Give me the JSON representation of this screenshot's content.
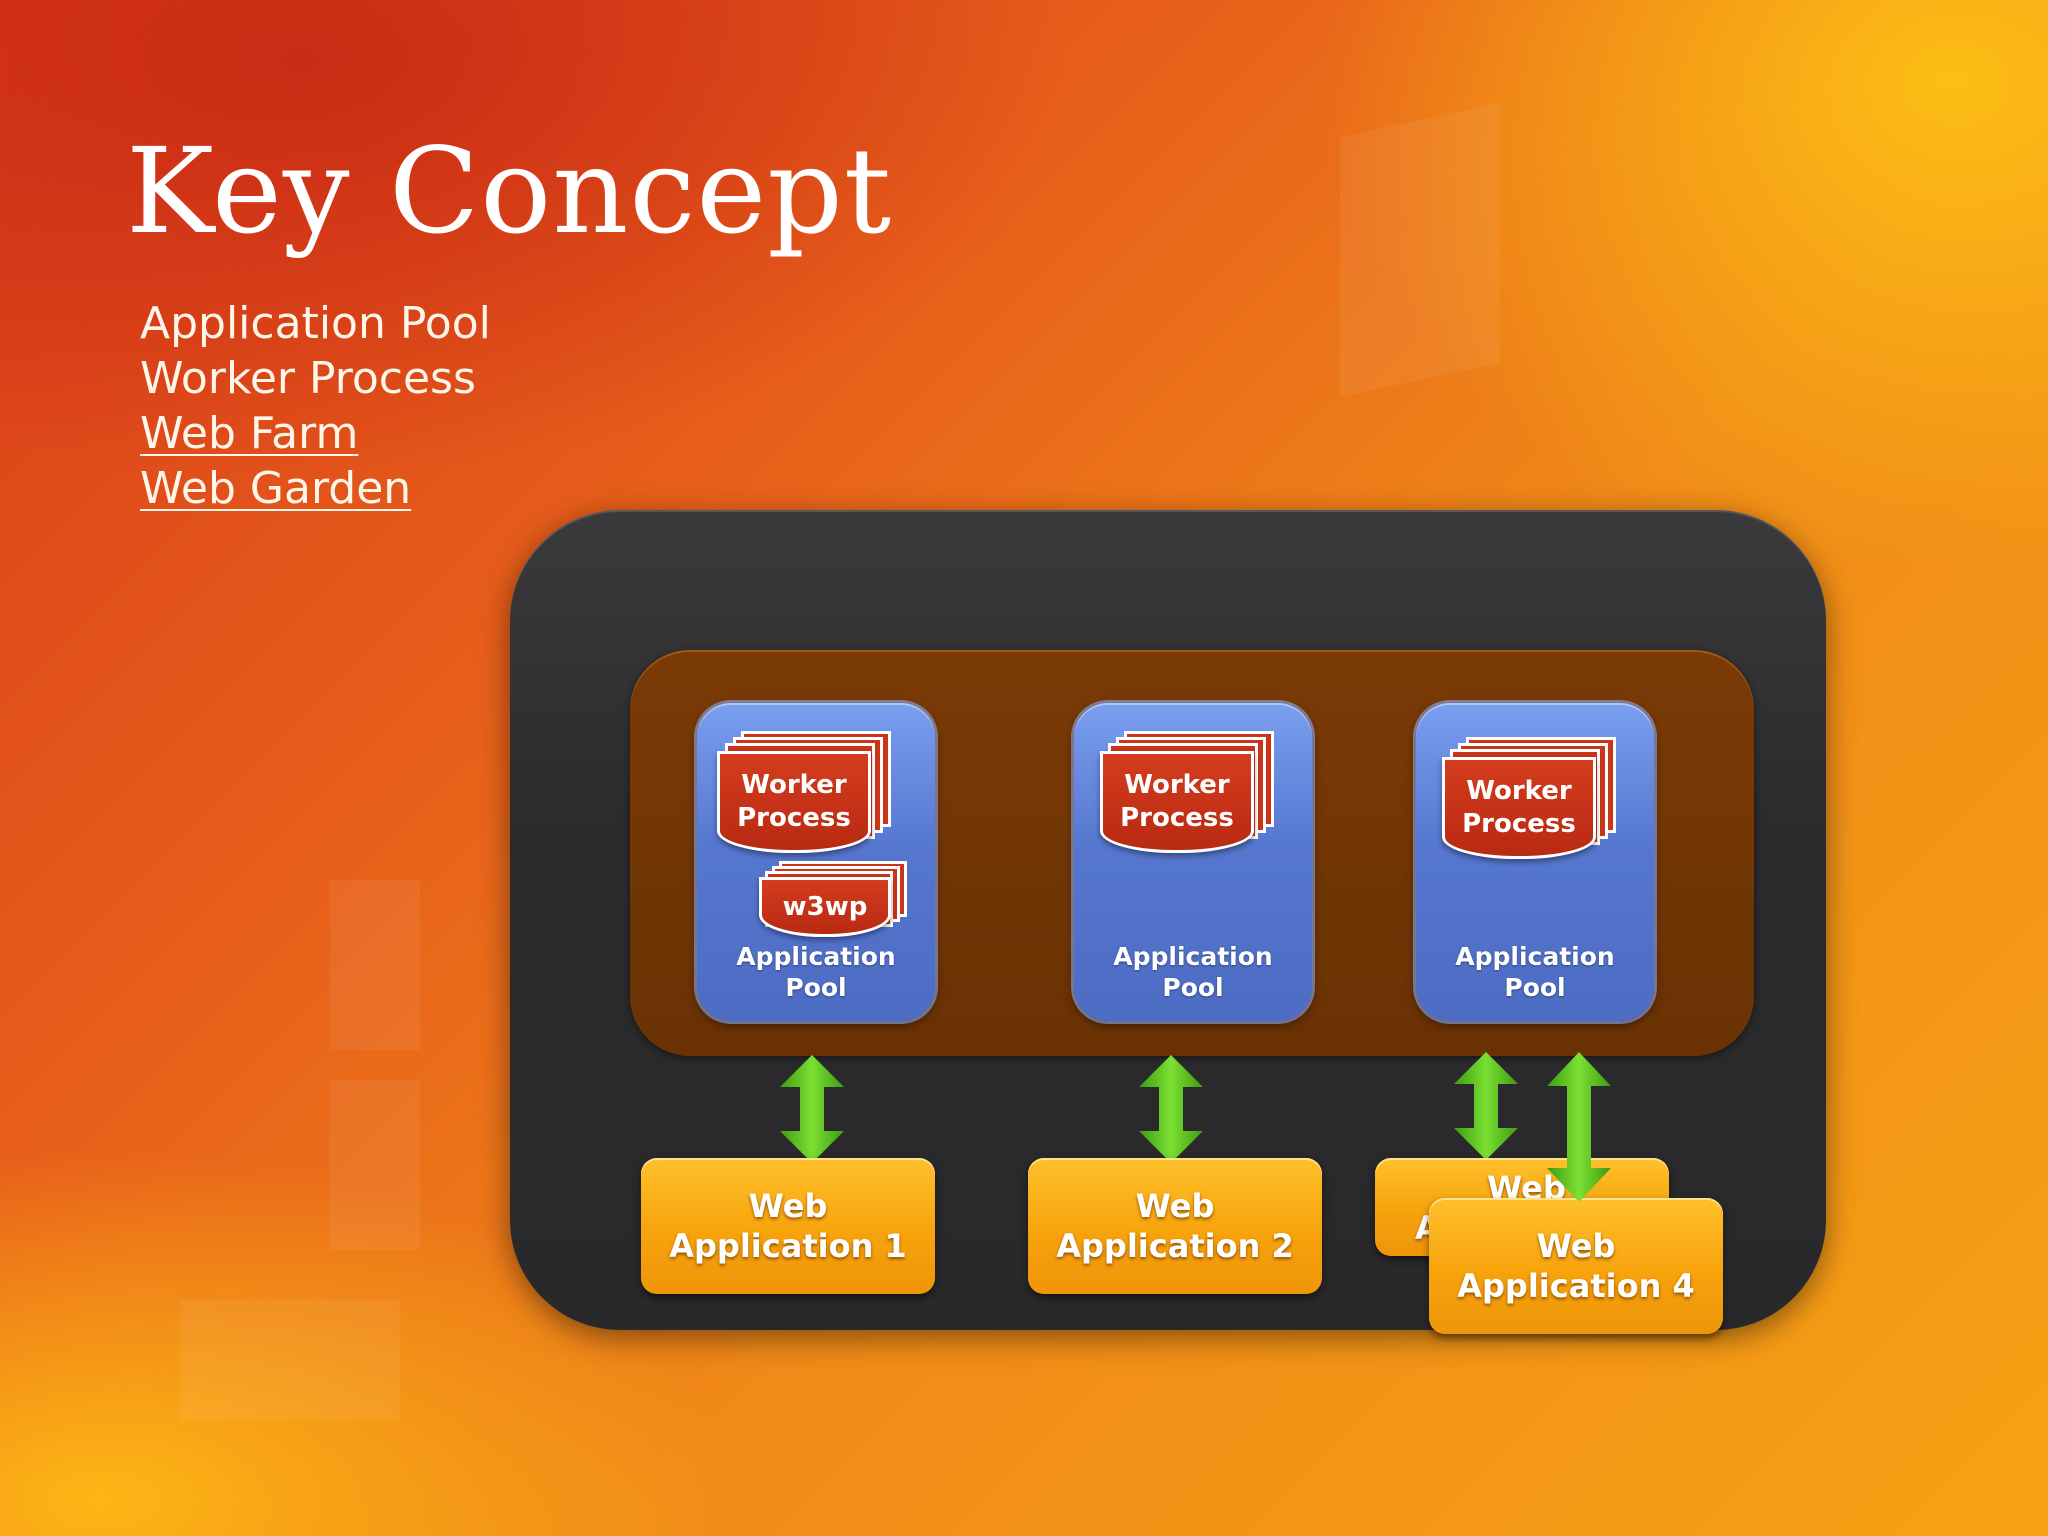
{
  "slide": {
    "title": "Key Concept",
    "bullets": [
      {
        "label": "Application Pool",
        "link": false
      },
      {
        "label": "Worker Process",
        "link": false
      },
      {
        "label": "Web Farm",
        "link": true
      },
      {
        "label": "Web Garden",
        "link": true
      }
    ]
  },
  "diagram": {
    "pools": [
      {
        "label_line1": "Application",
        "label_line2": "Pool",
        "worker_line1": "Worker",
        "worker_line2": "Process",
        "sub_process": "w3wp"
      },
      {
        "label_line1": "Application",
        "label_line2": "Pool",
        "worker_line1": "Worker",
        "worker_line2": "Process"
      },
      {
        "label_line1": "Application",
        "label_line2": "Pool",
        "worker_line1": "Worker",
        "worker_line2": "Process"
      }
    ],
    "web_apps": [
      {
        "line1": "Web",
        "line2": "Application 1"
      },
      {
        "line1": "Web",
        "line2": "Application 2"
      },
      {
        "line1": "Web",
        "line2": "A"
      },
      {
        "line1": "Web",
        "line2": "Application 4"
      }
    ],
    "colors": {
      "server": "#2b2b2d",
      "pool_container": "#6a3204",
      "app_pool": "#5677cf",
      "worker_process": "#c9341a",
      "web_app": "#f7a30c",
      "arrow": "#5cc41c"
    },
    "icons": [
      "double-arrow-icon",
      "document-stack-icon"
    ]
  }
}
